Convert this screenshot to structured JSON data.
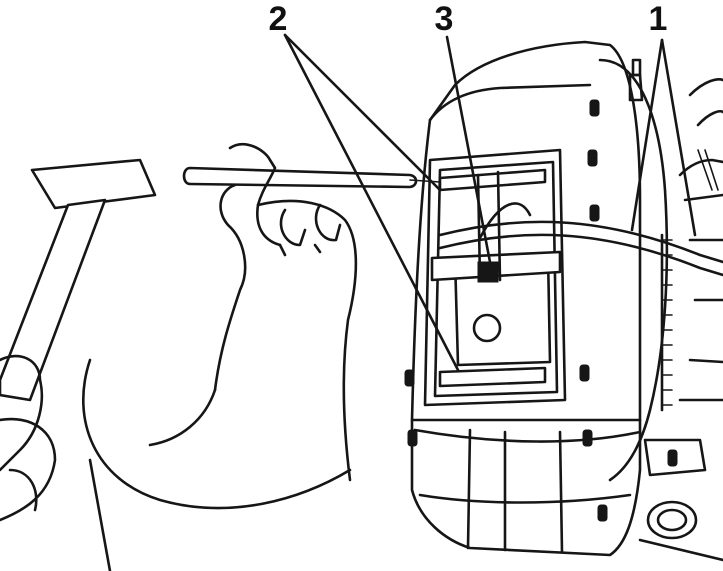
{
  "callouts": [
    {
      "id": "1",
      "label": "1"
    },
    {
      "id": "2",
      "label": "2"
    },
    {
      "id": "3",
      "label": "3"
    }
  ],
  "colors": {
    "ink": "#161616",
    "paper": "#ffffff"
  }
}
